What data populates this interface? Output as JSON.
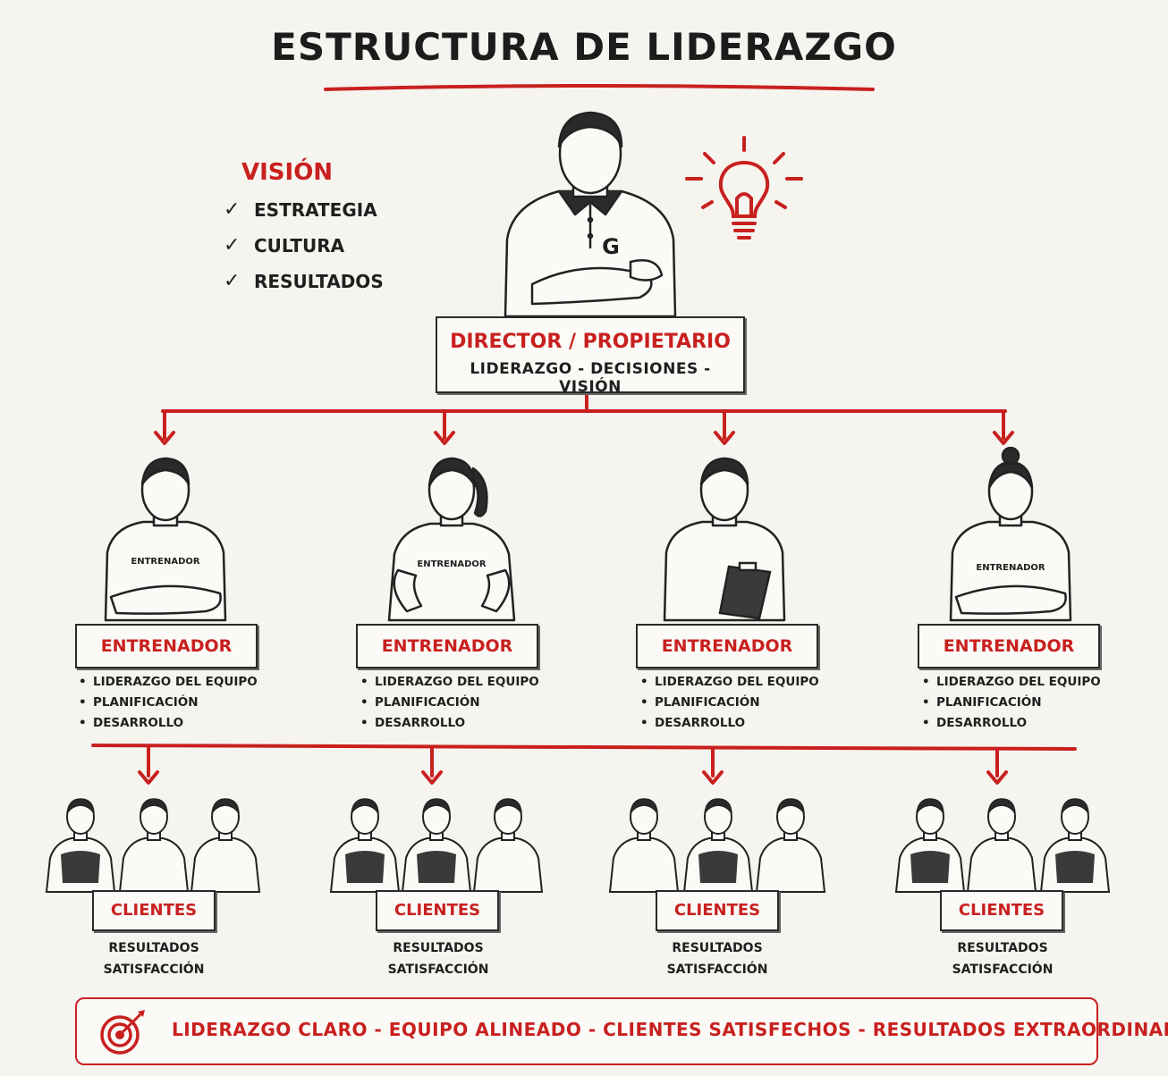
{
  "title": "ESTRUCTURA DE LIDERAZGO",
  "vision": {
    "heading": "VISIÓN",
    "items": [
      "ESTRATEGIA",
      "CULTURA",
      "RESULTADOS"
    ]
  },
  "director": {
    "title": "DIRECTOR / PROPIETARIO",
    "subtitle": "LIDERAZGO - DECISIONES - VISIÓN",
    "shirt_logo": "G"
  },
  "coaches": [
    {
      "title": "ENTRENADOR",
      "shirt": "ENTRENADOR",
      "items": [
        "LIDERAZGO DEL EQUIPO",
        "PLANIFICACIÓN",
        "DESARROLLO"
      ]
    },
    {
      "title": "ENTRENADOR",
      "shirt": "ENTRENADOR",
      "items": [
        "LIDERAZGO DEL EQUIPO",
        "PLANIFICACIÓN",
        "DESARROLLO"
      ]
    },
    {
      "title": "ENTRENADOR",
      "shirt": "",
      "items": [
        "LIDERAZGO DEL EQUIPO",
        "PLANIFICACIÓN",
        "DESARROLLO"
      ]
    },
    {
      "title": "ENTRENADOR",
      "shirt": "ENTRENADOR",
      "items": [
        "LIDERAZGO DEL EQUIPO",
        "PLANIFICACIÓN",
        "DESARROLLO"
      ]
    }
  ],
  "clients": [
    {
      "title": "CLIENTES",
      "lines": [
        "RESULTADOS",
        "SATISFACCIÓN"
      ]
    },
    {
      "title": "CLIENTES",
      "lines": [
        "RESULTADOS",
        "SATISFACCIÓN"
      ]
    },
    {
      "title": "CLIENTES",
      "lines": [
        "RESULTADOS",
        "SATISFACCIÓN"
      ]
    },
    {
      "title": "CLIENTES",
      "lines": [
        "RESULTADOS",
        "SATISFACCIÓN"
      ]
    }
  ],
  "footer": {
    "text": "LIDERAZGO CLARO - EQUIPO ALINEADO - CLIENTES SATISFECHOS - RESULTADOS EXTRAORDINARIOS",
    "icon": "target-icon"
  },
  "icons": {
    "lightbulb": "lightbulb-icon",
    "check": "check-icon",
    "clipboard": "clipboard-icon"
  },
  "colors": {
    "accent": "#c8201f",
    "ink": "#1f1f1f",
    "background": "#f6f4ef"
  }
}
